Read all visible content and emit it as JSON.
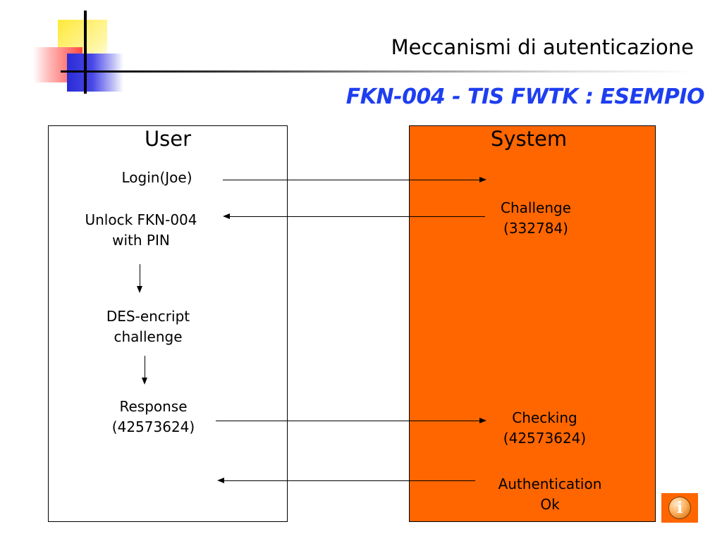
{
  "header": {
    "title": "Meccanismi di autenticazione",
    "subtitle": "FKN-004 - TIS FWTK : ESEMPIO"
  },
  "diagram": {
    "user_heading": "User",
    "system_heading": "System",
    "user_steps": {
      "login": "Login(Joe)",
      "unlock": "Unlock FKN-004\nwith PIN",
      "encrypt": "DES-encript\nchallenge",
      "response": "Response\n(42573624)"
    },
    "system_steps": {
      "challenge": "Challenge\n(332784)",
      "checking": "Checking\n(42573624)",
      "auth": "Authentication\nOk"
    }
  },
  "colors": {
    "system_fill": "#ff6600",
    "subtitle": "#1e3ef0"
  },
  "info_button": {
    "icon": "info-icon",
    "glyph": "i"
  }
}
